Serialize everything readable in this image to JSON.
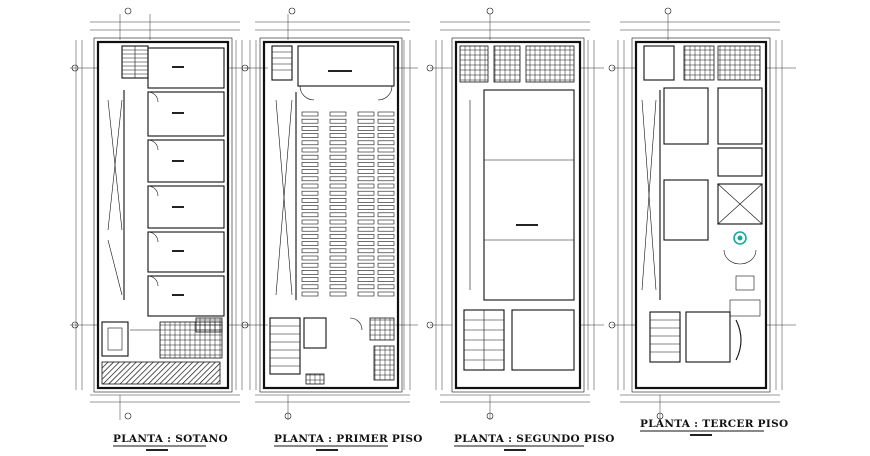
{
  "plans": [
    {
      "id": "sotano",
      "title": "PLANTA  : SOTANO"
    },
    {
      "id": "primer",
      "title": "PLANTA  : PRIMER  PISO"
    },
    {
      "id": "segundo",
      "title": "PLANTA  :  SEGUNDO PISO"
    },
    {
      "id": "tercer",
      "title": "PLANTA  :  TERCER  PISO"
    }
  ],
  "colors": {
    "ink": "#111111",
    "accent": "#19a89a",
    "background": "#ffffff"
  }
}
